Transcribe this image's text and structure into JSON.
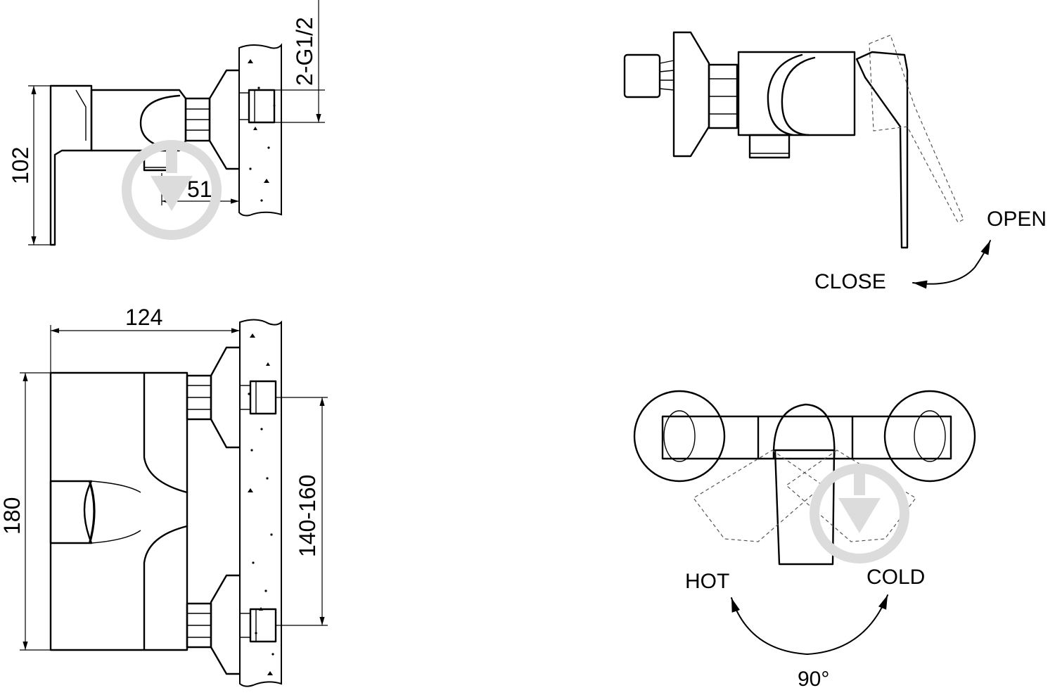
{
  "dimensions": {
    "thread": "2-G1/2",
    "height_side": "102",
    "depth": "51",
    "width": "124",
    "height_front": "180",
    "center_distance": "140-160"
  },
  "annotations": {
    "open": "OPEN",
    "close": "CLOSE",
    "hot": "HOT",
    "cold": "COLD",
    "angle": "90°"
  },
  "colors": {
    "line": "#000000",
    "watermark": "#dcdcdc",
    "background": "#ffffff"
  }
}
